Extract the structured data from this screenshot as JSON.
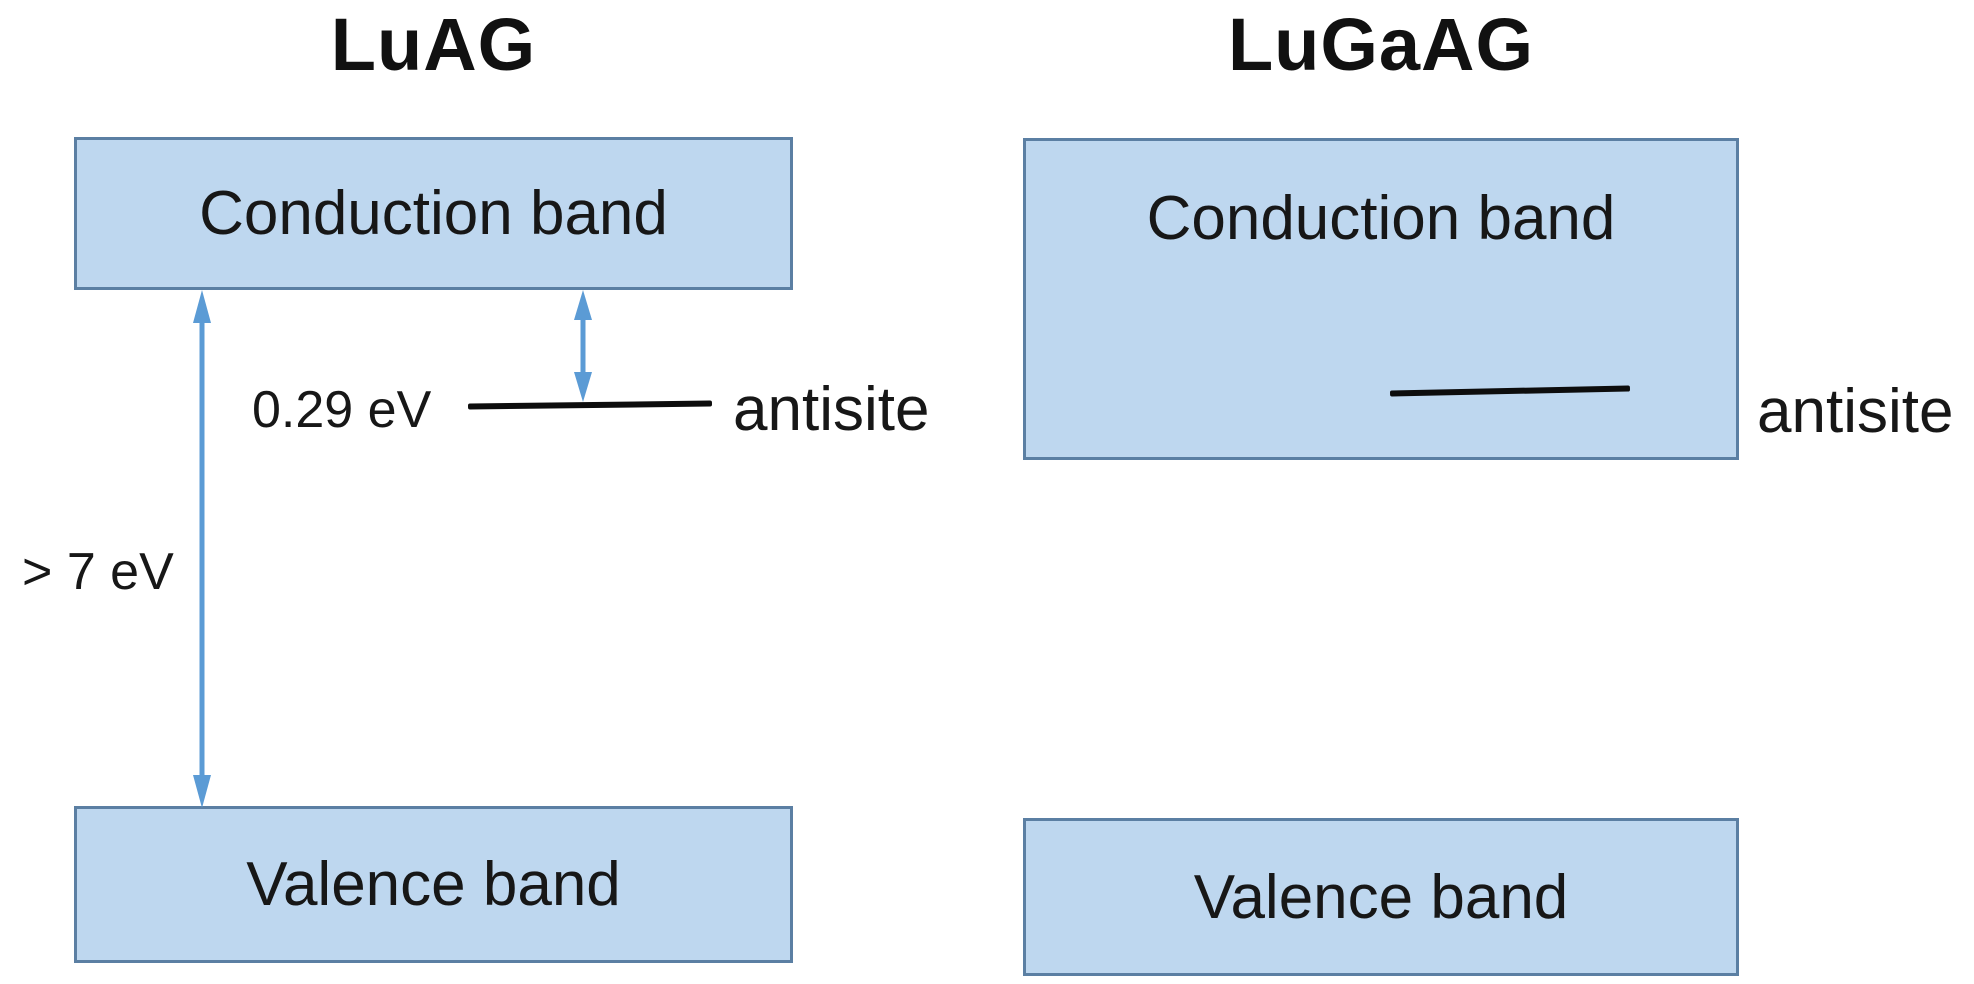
{
  "figure": {
    "background": "#ffffff",
    "box_fill": "#bed7ef",
    "box_border": "#5b7fa3",
    "arrow_color": "#5b9bd5",
    "level_line_color": "#0d0d0d",
    "left_panel": {
      "title": "LuAG",
      "conduction_band_label": "Conduction band",
      "valence_band_label": "Valence band",
      "antisite_label": "antisite",
      "antisite_gap_label": "0.29 eV",
      "bandgap_label": "> 7 eV"
    },
    "right_panel": {
      "title": "LuGaAG",
      "conduction_band_label": "Conduction band",
      "valence_band_label": "Valence band",
      "antisite_label": "antisite"
    }
  }
}
